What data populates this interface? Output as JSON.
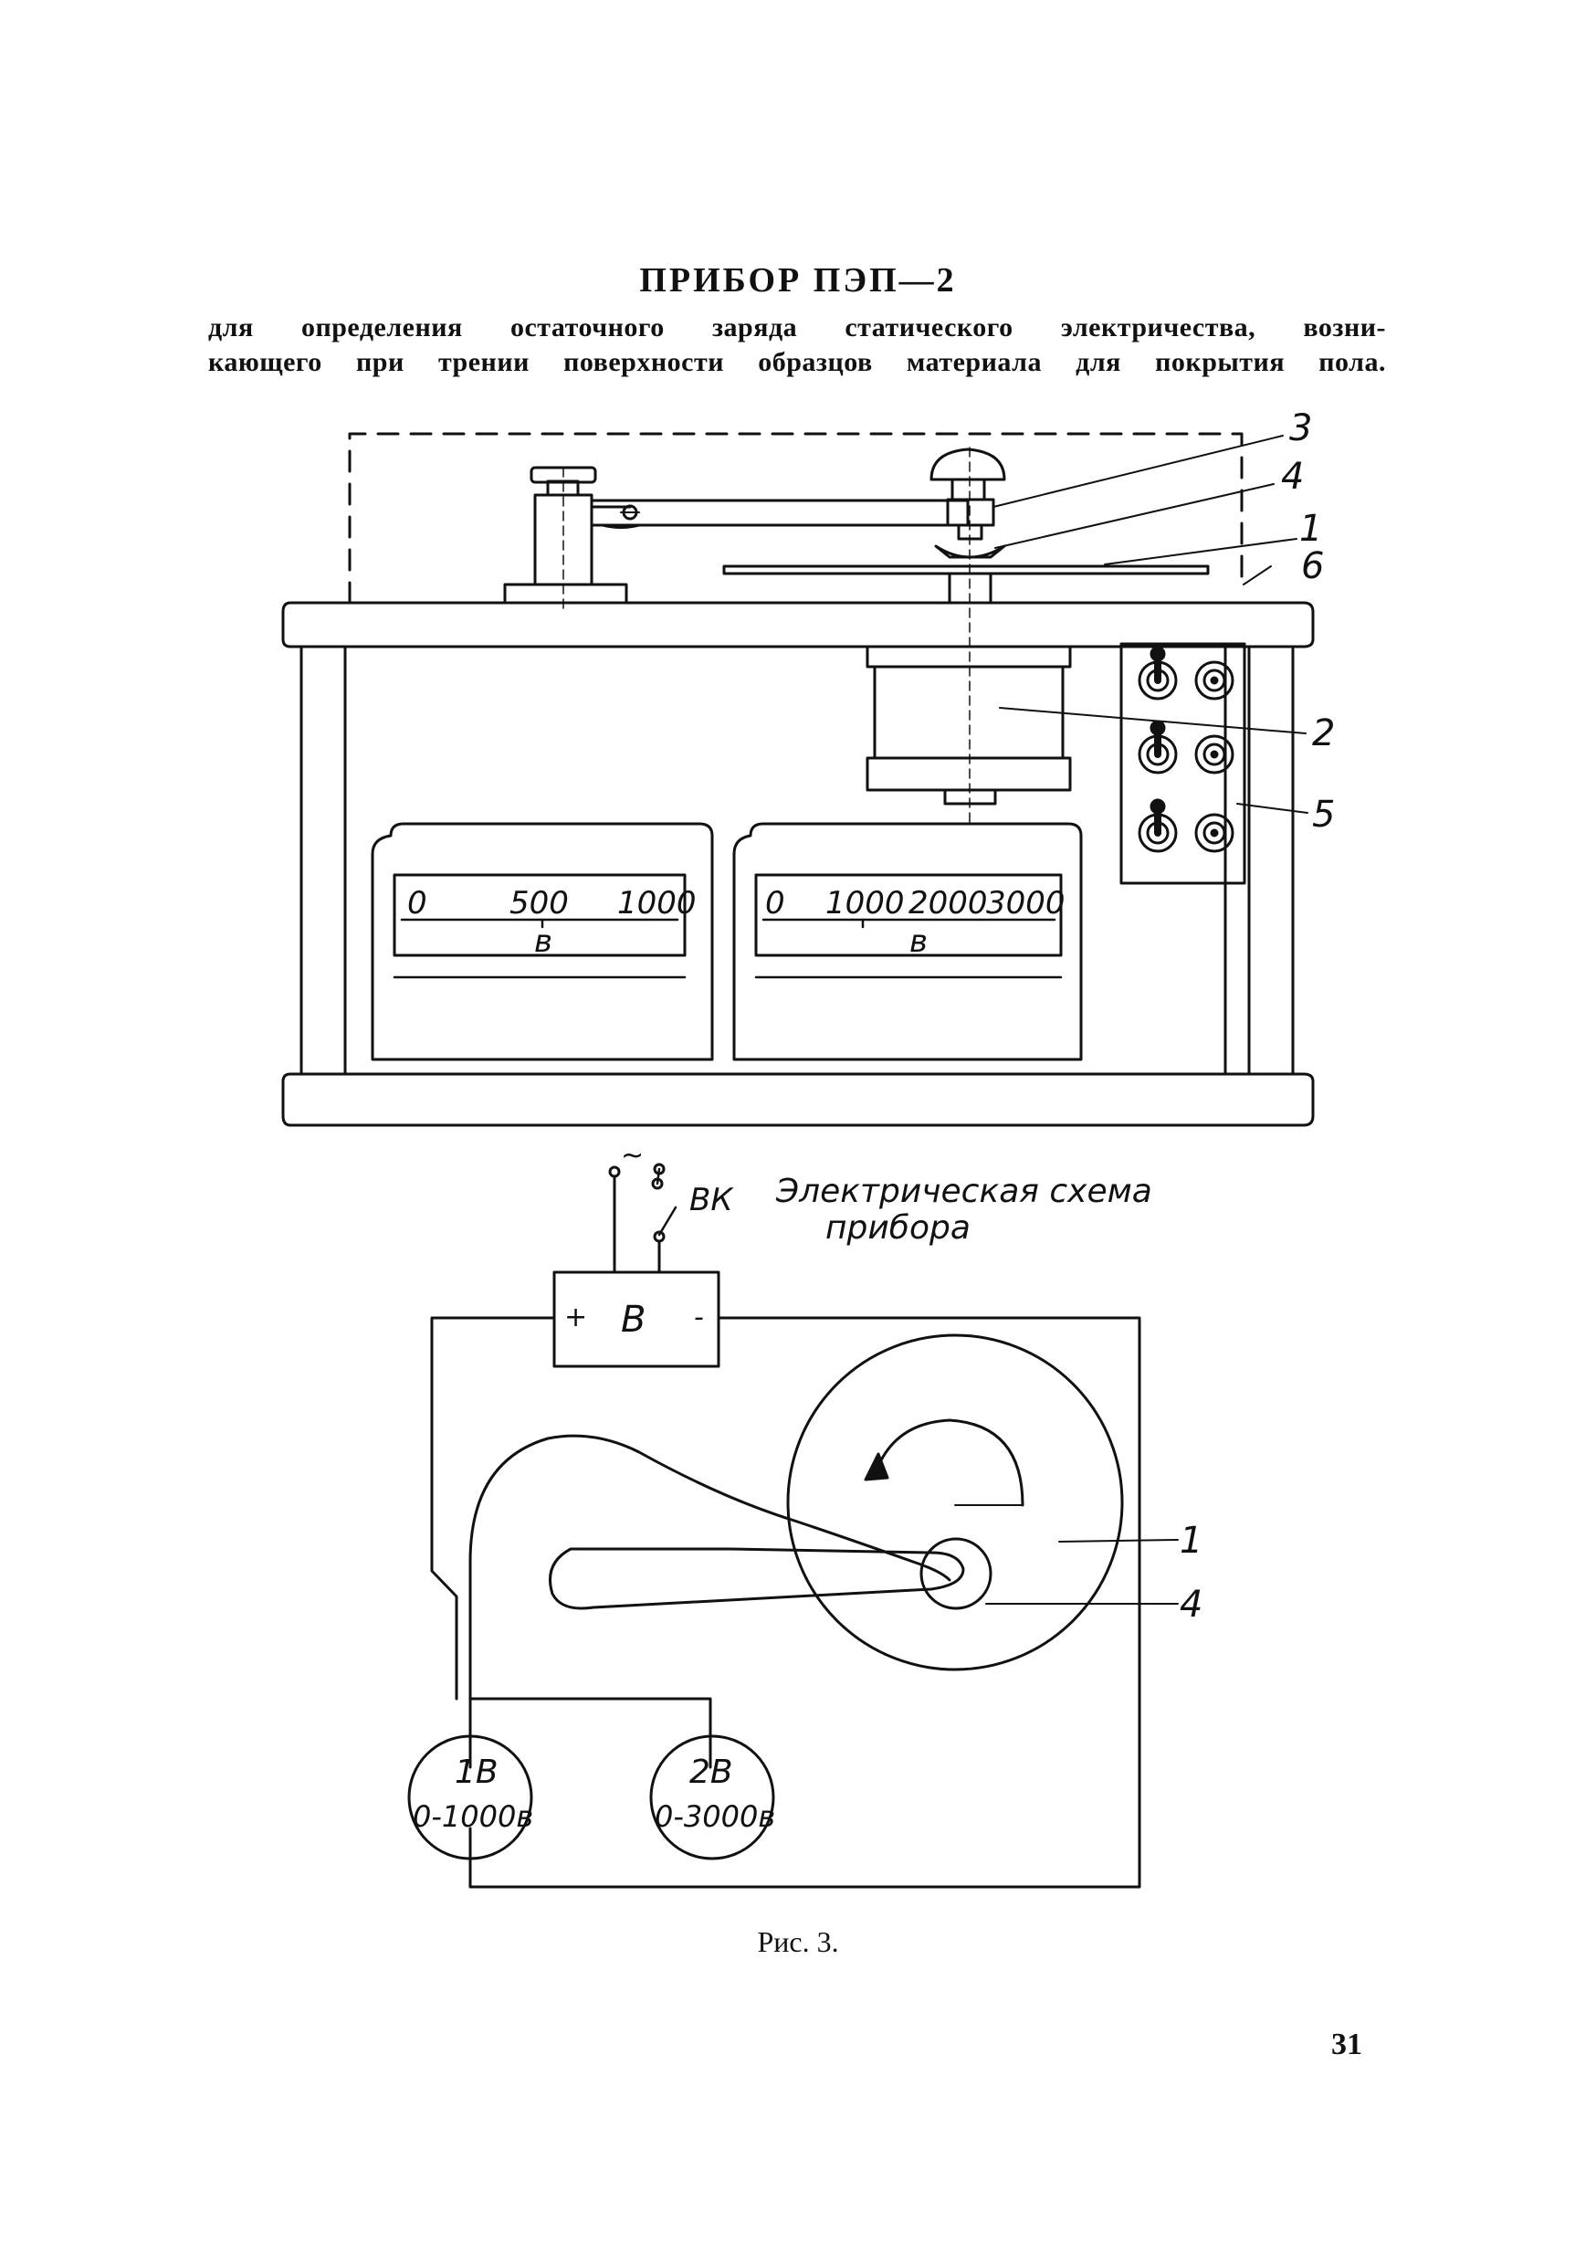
{
  "document": {
    "title": "ПРИБОР ПЭП—2",
    "subtitle_line1": "для определения остаточного заряда статического электричества, возни-",
    "subtitle_line2": "кающего при трении поверхности образцов материала для покрытия пола.",
    "caption": "Рис. 3.",
    "page_number": "31"
  },
  "device_drawing": {
    "callouts": [
      "3",
      "4",
      "1",
      "6",
      "2",
      "5"
    ],
    "meter_left": {
      "ticks": [
        "0",
        "500",
        "1000"
      ],
      "unit": "в"
    },
    "meter_right": {
      "ticks": [
        "0",
        "1000",
        "2000",
        "3000"
      ],
      "unit": "в"
    }
  },
  "schematic": {
    "caption_line1": "Электрическая схема",
    "caption_line2": "прибора",
    "switch_label": "ВК",
    "supply_symbol": "~",
    "rectifier_plus": "+",
    "rectifier_label": "В",
    "rectifier_minus": "-",
    "callout_disc": "1",
    "callout_contact": "4",
    "voltmeter1_name": "1В",
    "voltmeter1_range": "0-1000в",
    "voltmeter2_name": "2В",
    "voltmeter2_range": "0-3000в"
  }
}
